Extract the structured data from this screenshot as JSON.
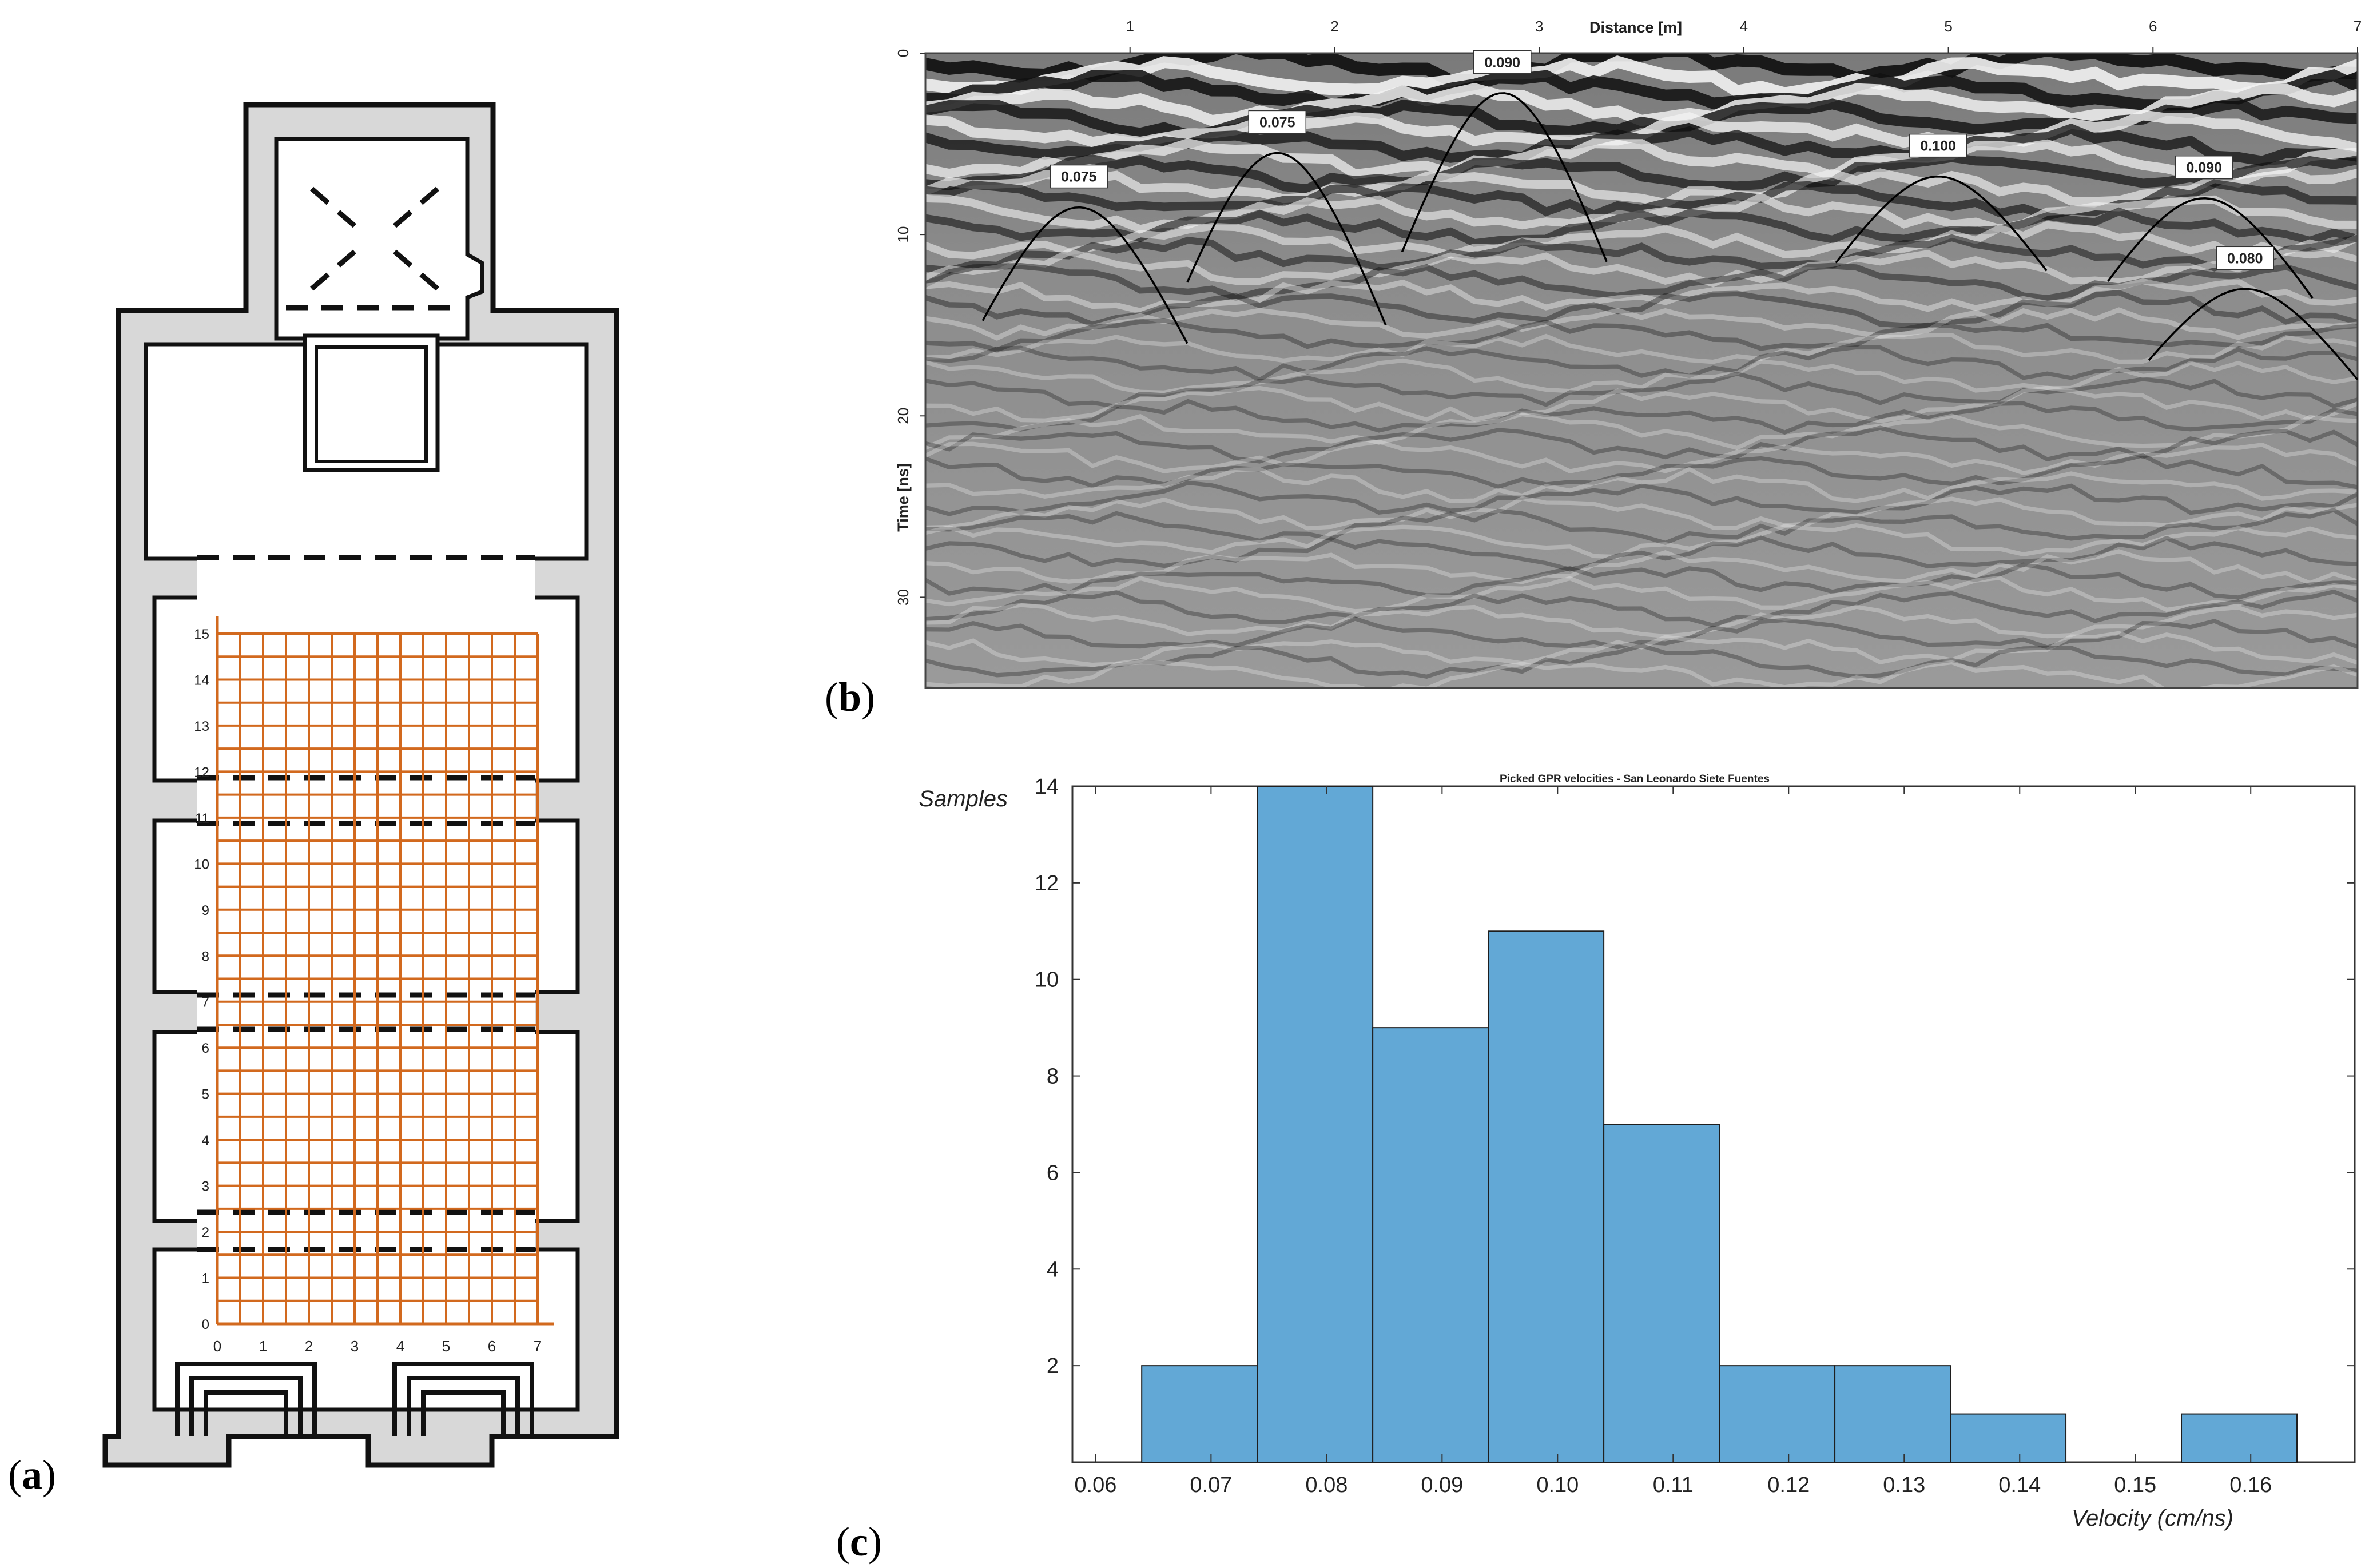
{
  "panels": {
    "a": {
      "open": "(",
      "letter": "a",
      "close": ")"
    },
    "b": {
      "open": "(",
      "letter": "b",
      "close": ")"
    },
    "c": {
      "open": "(",
      "letter": "c",
      "close": ")"
    }
  },
  "floorplan": {
    "grid_x_labels": [
      "0",
      "1",
      "2",
      "3",
      "4",
      "5",
      "6",
      "7"
    ],
    "grid_y_labels": [
      "0",
      "1",
      "2",
      "3",
      "4",
      "5",
      "6",
      "7",
      "8",
      "9",
      "10",
      "11",
      "12",
      "13",
      "14",
      "15"
    ],
    "grid_x_range": [
      0,
      7
    ],
    "grid_y_range": [
      0,
      15
    ],
    "colors": {
      "grid": "#d2691e",
      "wall": "#d8d8d8",
      "outline": "#111111"
    }
  },
  "chart_data": [
    {
      "type": "heatmap",
      "title": "",
      "xlabel": "Distance [m]",
      "ylabel": "Time [ns]",
      "xlim": [
        0,
        7
      ],
      "ylim": [
        0,
        35
      ],
      "x_ticks": [
        1,
        2,
        3,
        4,
        5,
        6,
        7
      ],
      "y_ticks": [
        0,
        10,
        20,
        30
      ],
      "hyperbolas": [
        {
          "label": "0.075",
          "apex_x": 0.75,
          "apex_t": 8.5,
          "x_from": 0.28,
          "x_to": 1.28,
          "t_end": 16.0
        },
        {
          "label": "0.075",
          "apex_x": 1.72,
          "apex_t": 5.5,
          "x_from": 1.28,
          "x_to": 2.25,
          "t_end": 15.0
        },
        {
          "label": "0.090",
          "apex_x": 2.82,
          "apex_t": 2.2,
          "x_from": 2.33,
          "x_to": 3.33,
          "t_end": 11.5
        },
        {
          "label": "0.100",
          "apex_x": 4.95,
          "apex_t": 6.8,
          "x_from": 4.45,
          "x_to": 5.48,
          "t_end": 12.0
        },
        {
          "label": "0.090",
          "apex_x": 6.25,
          "apex_t": 8.0,
          "x_from": 5.78,
          "x_to": 6.78,
          "t_end": 13.5
        },
        {
          "label": "0.080",
          "apex_x": 6.45,
          "apex_t": 13.0,
          "x_from": 5.98,
          "x_to": 7.0,
          "t_end": 18.0
        }
      ]
    },
    {
      "type": "bar",
      "title": "Picked GPR velocities - San Leonardo Siete Fuentes",
      "xlabel": "Velocity (cm/ns)",
      "ylabel": "Samples",
      "bin_edges": [
        0.064,
        0.074,
        0.084,
        0.094,
        0.104,
        0.114,
        0.124,
        0.134,
        0.144,
        0.154,
        0.164
      ],
      "values": [
        2,
        14,
        9,
        11,
        7,
        2,
        2,
        1,
        0,
        1
      ],
      "xlim": [
        0.058,
        0.169
      ],
      "ylim": [
        0,
        14
      ],
      "x_ticks": [
        "0.06",
        "0.07",
        "0.08",
        "0.09",
        "0.10",
        "0.11",
        "0.12",
        "0.13",
        "0.14",
        "0.15",
        "0.16"
      ],
      "y_ticks": [
        "2",
        "4",
        "6",
        "8",
        "10",
        "12",
        "14"
      ],
      "bar_color": "#62a8d6"
    }
  ]
}
